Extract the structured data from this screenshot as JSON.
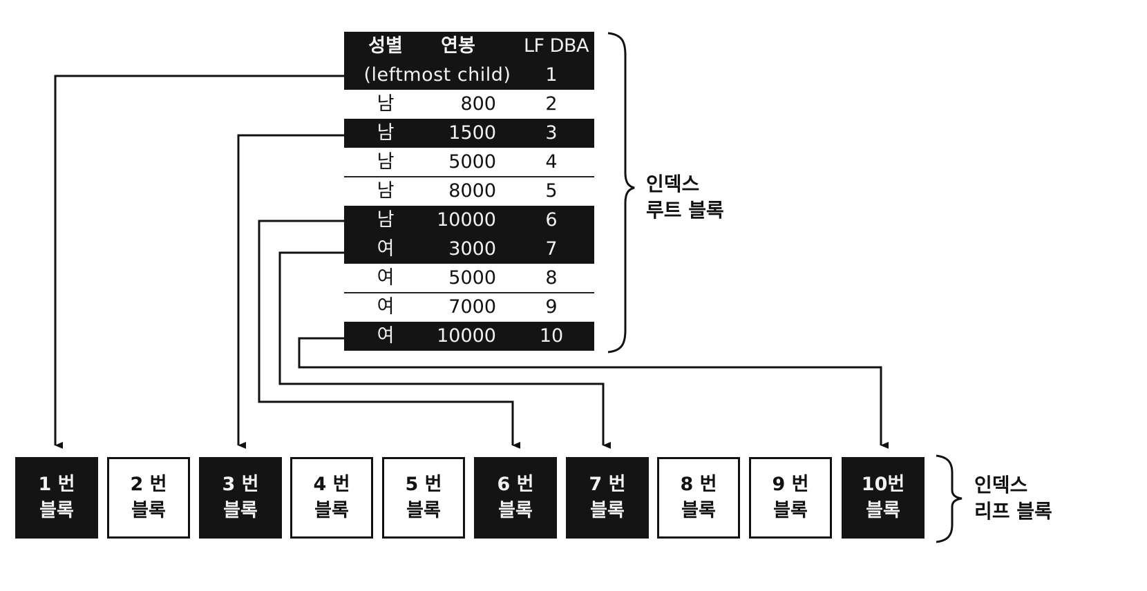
{
  "root_block": {
    "header": {
      "col1": "성별",
      "col2": "연봉",
      "col3": "LF DBA"
    },
    "leftmost": {
      "text": "(leftmost child)",
      "dba": "1"
    },
    "rows": [
      {
        "gender": "남",
        "salary": "800",
        "dba": "2",
        "dark": false
      },
      {
        "gender": "남",
        "salary": "1500",
        "dba": "3",
        "dark": true
      },
      {
        "gender": "남",
        "salary": "5000",
        "dba": "4",
        "dark": false
      },
      {
        "gender": "남",
        "salary": "8000",
        "dba": "5",
        "dark": false
      },
      {
        "gender": "남",
        "salary": "10000",
        "dba": "6",
        "dark": true
      },
      {
        "gender": "여",
        "salary": "3000",
        "dba": "7",
        "dark": true
      },
      {
        "gender": "여",
        "salary": "5000",
        "dba": "8",
        "dark": false
      },
      {
        "gender": "여",
        "salary": "7000",
        "dba": "9",
        "dark": false
      },
      {
        "gender": "여",
        "salary": "10000",
        "dba": "10",
        "dark": true
      }
    ],
    "label_line1": "인덱스",
    "label_line2": "루트 블록"
  },
  "leaf_blocks": {
    "items": [
      {
        "line1": "1 번",
        "line2": "블록",
        "dark": true
      },
      {
        "line1": "2 번",
        "line2": "블록",
        "dark": false
      },
      {
        "line1": "3 번",
        "line2": "블록",
        "dark": true
      },
      {
        "line1": "4 번",
        "line2": "블록",
        "dark": false
      },
      {
        "line1": "5 번",
        "line2": "블록",
        "dark": false
      },
      {
        "line1": "6 번",
        "line2": "블록",
        "dark": true
      },
      {
        "line1": "7 번",
        "line2": "블록",
        "dark": true
      },
      {
        "line1": "8 번",
        "line2": "블록",
        "dark": false
      },
      {
        "line1": "9 번",
        "line2": "블록",
        "dark": false
      },
      {
        "line1": "10번",
        "line2": "블록",
        "dark": true
      }
    ],
    "label_line1": "인덱스",
    "label_line2": "리프 블록"
  },
  "colors": {
    "dark_fill": "#141414",
    "light_fill": "#ffffff",
    "line": "#111111"
  }
}
